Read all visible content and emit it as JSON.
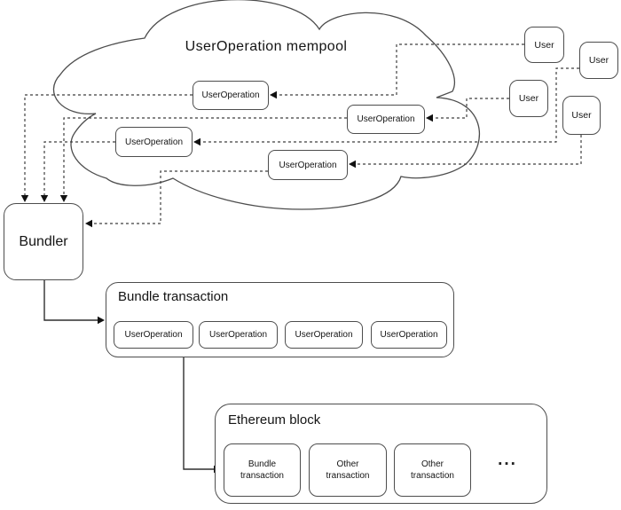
{
  "colors": {
    "stroke": "#4d4d4d",
    "text": "#141414",
    "background": "#ffffff"
  },
  "mempool": {
    "title": "UserOperation mempool",
    "ops": [
      {
        "label": "UserOperation"
      },
      {
        "label": "UserOperation"
      },
      {
        "label": "UserOperation"
      },
      {
        "label": "UserOperation"
      }
    ]
  },
  "users": [
    {
      "label": "User"
    },
    {
      "label": "User"
    },
    {
      "label": "User"
    },
    {
      "label": "User"
    }
  ],
  "bundler": {
    "label": "Bundler"
  },
  "bundle_transaction": {
    "title": "Bundle transaction",
    "ops": [
      {
        "label": "UserOperation"
      },
      {
        "label": "UserOperation"
      },
      {
        "label": "UserOperation"
      },
      {
        "label": "UserOperation"
      }
    ]
  },
  "ethereum_block": {
    "title": "Ethereum block",
    "transactions": [
      {
        "label": "Bundle transaction"
      },
      {
        "label": "Other transaction"
      },
      {
        "label": "Other transaction"
      }
    ],
    "ellipsis": "..."
  }
}
